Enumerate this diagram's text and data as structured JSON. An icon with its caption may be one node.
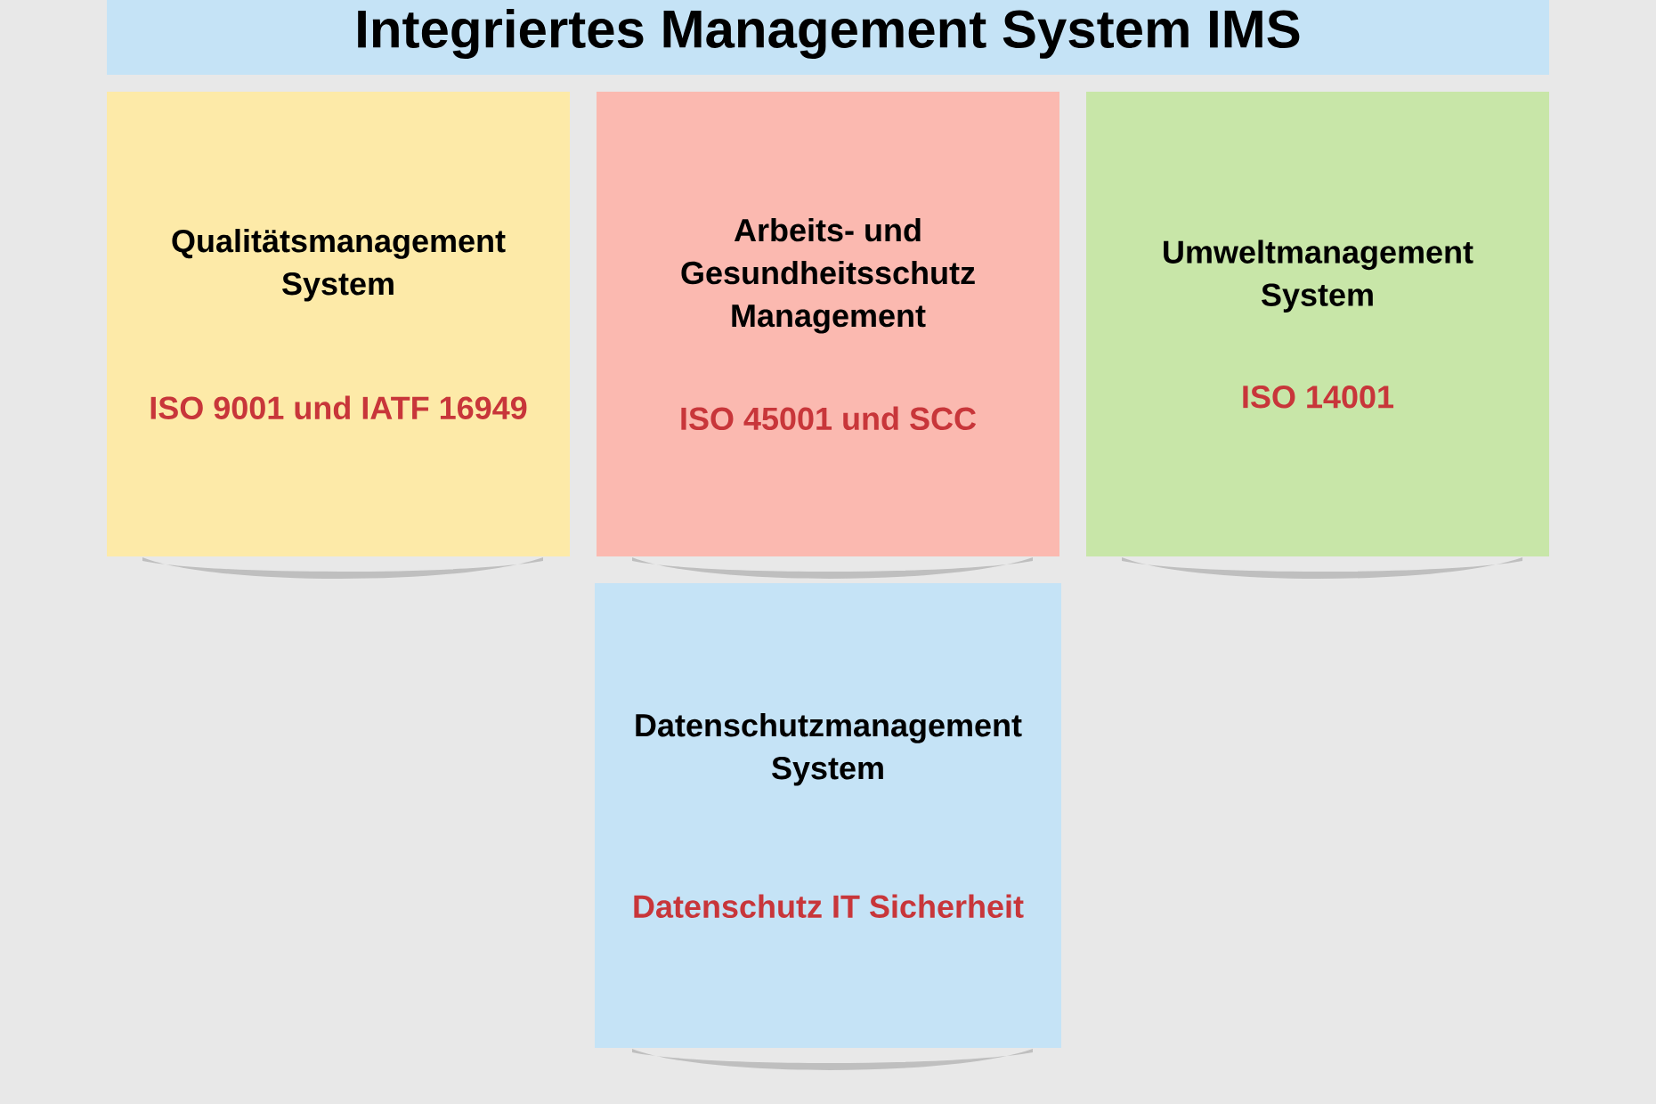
{
  "diagram": {
    "title": "Integriertes Management System IMS",
    "nodes": [
      {
        "text": [
          "Qualitätsmanagement System",
          "ISO 9001 und IATF 16949"
        ]
      },
      {
        "text": [
          "Arbeits- und Gesundheitsschutz Management",
          "ISO 45001 und SCC"
        ]
      },
      {
        "text": [
          "Umweltmanagement System",
          "ISO 14001"
        ]
      },
      {
        "text": [
          "Datenschutzmanagement System",
          "Datenschutz IT Sicherheit"
        ]
      }
    ]
  }
}
